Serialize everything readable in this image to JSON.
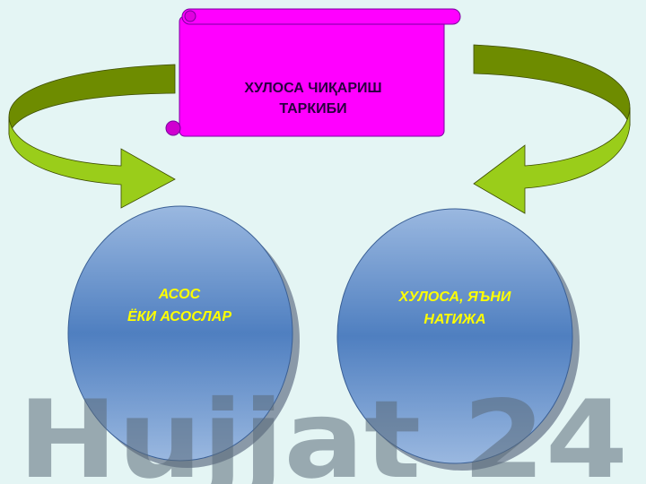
{
  "title_scroll": {
    "line1": "ХУЛОСА ЧИҚАРИШ",
    "line2": "ТАРКИБИ"
  },
  "left_circle": {
    "line1": "АСОС",
    "line2": "ЁКИ АСОСЛАР"
  },
  "right_circle": {
    "line1": "ХУЛОСА, ЯЪНИ",
    "line2": "НАТИЖА"
  },
  "watermark": "Hujjat 24",
  "colors": {
    "scroll": "#ff00ff",
    "circle": "#5b87c4",
    "arrow_top": "#6e8c00",
    "arrow_body": "#9acd1a",
    "circle_text": "#ffff00"
  }
}
